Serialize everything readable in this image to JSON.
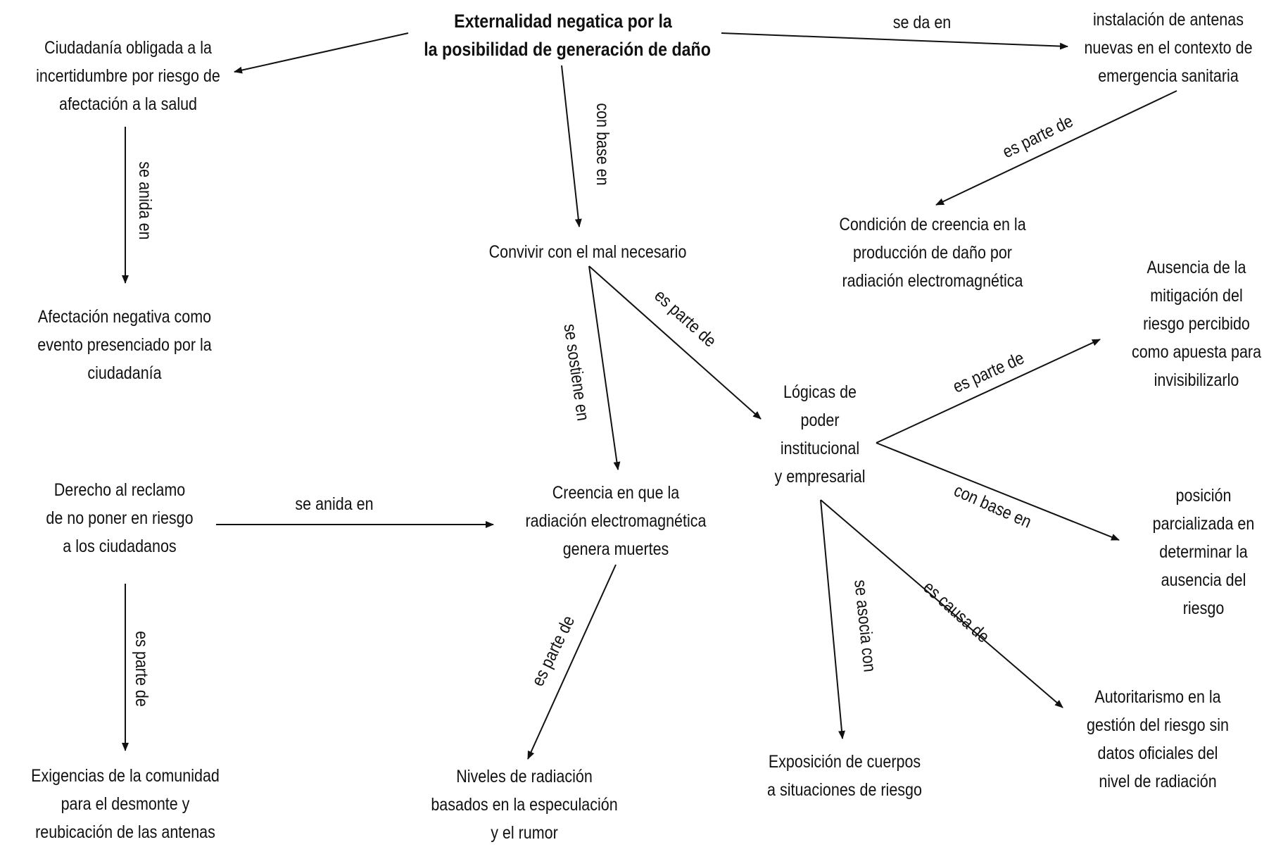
{
  "nodes": {
    "externalidad": [
      "Externalidad negatica por la",
      "la posibilidad de generación de daño"
    ],
    "instalacion": [
      "instalación de antenas",
      "nuevas en el contexto de",
      "emergencia sanitaria"
    ],
    "ciudadania": [
      "Ciudadanía obligada a la",
      "incertidumbre por riesgo de",
      "afectación a la salud"
    ],
    "condicion": [
      "Condición de creencia en la",
      "producción de daño por",
      "radiación electromagnética"
    ],
    "convivir": [
      "Convivir con el mal necesario"
    ],
    "ausencia": [
      "Ausencia de la",
      "mitigación del",
      "riesgo percibido",
      "como apuesta para",
      "invisibilizarlo"
    ],
    "afectacion": [
      "Afectación negativa como",
      "evento presenciado por la",
      "ciudadanía"
    ],
    "logicas": [
      "Lógicas de",
      "poder",
      "institucional",
      "y empresarial"
    ],
    "derecho": [
      "Derecho al reclamo",
      "de no poner en riesgo",
      "a los ciudadanos"
    ],
    "creencia": [
      "Creencia en que la",
      "radiación electromagnética",
      "genera muertes"
    ],
    "posicion": [
      "posición",
      "parcializada en",
      "determinar la",
      "ausencia del",
      "riesgo"
    ],
    "autoritarismo": [
      "Autoritarismo en la",
      "gestión del riesgo sin",
      "datos oficiales del",
      "nivel de radiación"
    ],
    "exposicion": [
      "Exposición de  cuerpos",
      "a  situaciones de riesgo"
    ],
    "exigencias": [
      "Exigencias de la comunidad",
      "para el desmonte y",
      "reubicación de las antenas"
    ],
    "niveles": [
      "Niveles de radiación",
      "basados en la especulación",
      "y el rumor"
    ]
  },
  "links": {
    "se_da_en": "se da en",
    "con_base_en_1": "con base  en",
    "se_anida_en_1": "se anida en",
    "es_parte_de_1": "es parte de",
    "es_parte_de_2": "es parte de",
    "se_sostiene_en": "se  sostiene  en",
    "es_parte_de_3": "es parte de",
    "se_anida_en_2": "se anida en",
    "con_base_en_2": "con base en",
    "es_parte_de_4": "es  parte  de",
    "es_parte_de_5": "es parte de",
    "se_asocia_con": "se asocia  con",
    "es_causa_de": "es causa de"
  },
  "colors": {
    "ink": "#111111",
    "background": "#ffffff"
  }
}
